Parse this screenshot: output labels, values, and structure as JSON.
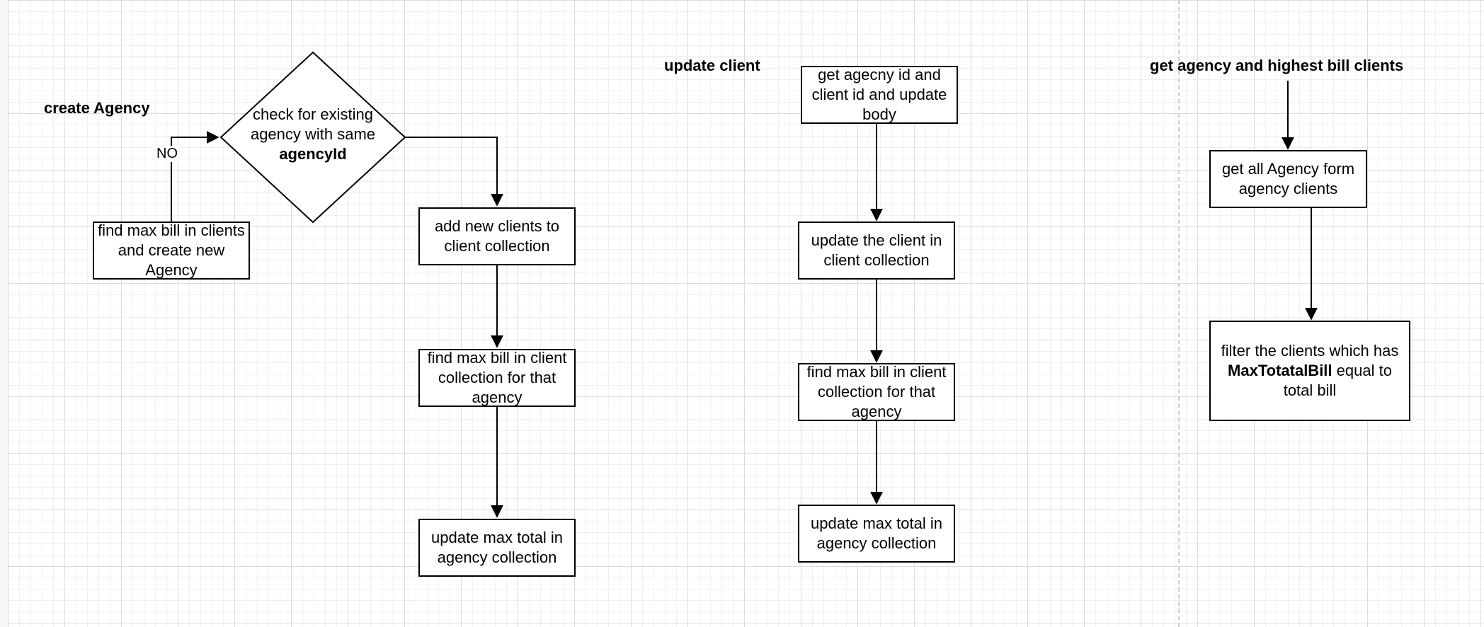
{
  "sections": {
    "create_agency": {
      "title": "create Agency",
      "decision_prefix": "check for existing agency with same ",
      "decision_bold": "agencyId",
      "no_label": "NO",
      "no_branch_box": "find max bill in clients and create new Agency",
      "step1": "add new clients to client collection",
      "step2": "find max bill in client collection for that agency",
      "step3": "update max total in agency collection"
    },
    "update_client": {
      "title": "update client",
      "step1": "get agecny id and client id and update body",
      "step2": "update the client in client collection",
      "step3": "find max bill in client collection for that agency",
      "step4": "update max total in agency collection"
    },
    "get_agency": {
      "title": "get agency and highest bill clients",
      "step1": "get all Agency form agency clients",
      "step2_prefix": "filter the clients which has ",
      "step2_bold": "MaxTotatalBill",
      "step2_suffix": " equal to total bill"
    }
  }
}
